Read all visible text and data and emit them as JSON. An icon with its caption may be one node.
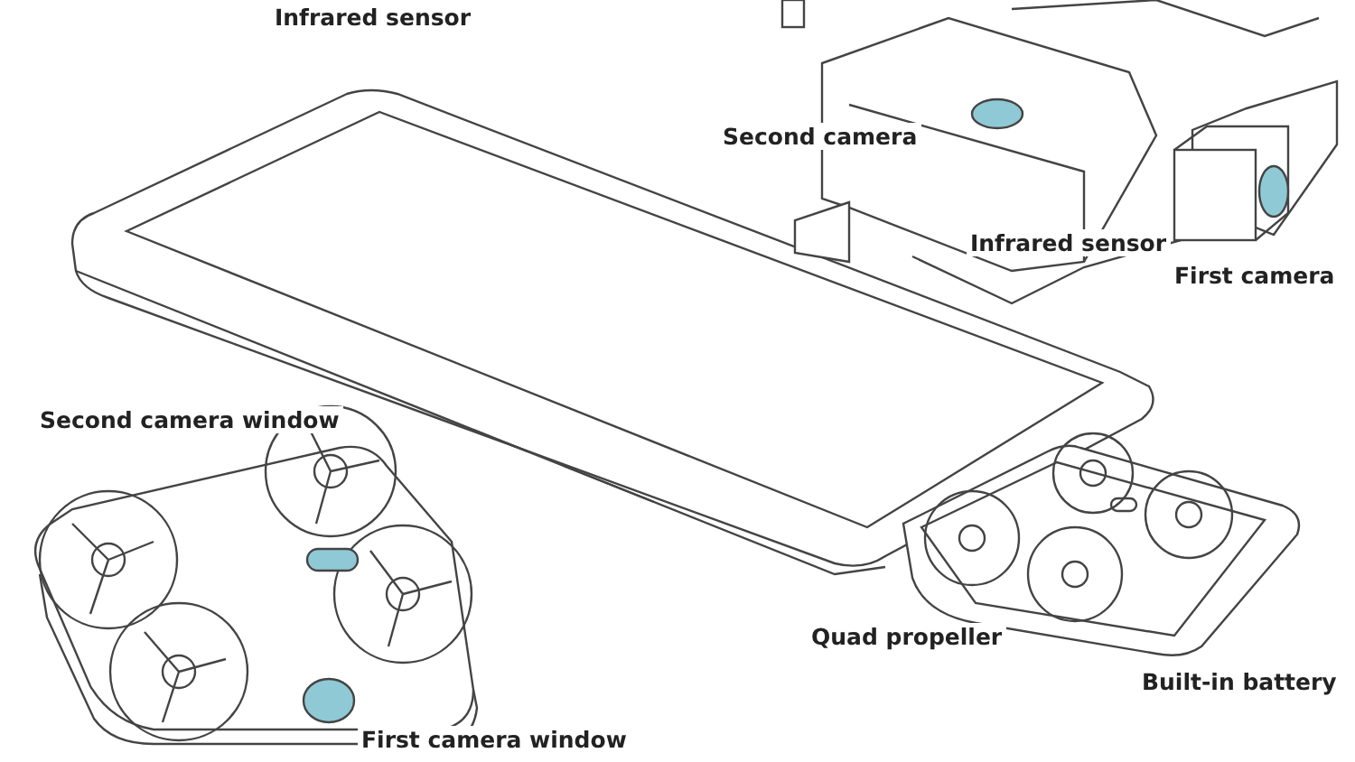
{
  "diagram": {
    "labels": [
      "Infrared sensor",
      "Second camera",
      "Infrared sensor",
      "First camera",
      "Second camera window",
      "Quad propeller",
      "Built-in battery",
      "First camera window"
    ]
  }
}
